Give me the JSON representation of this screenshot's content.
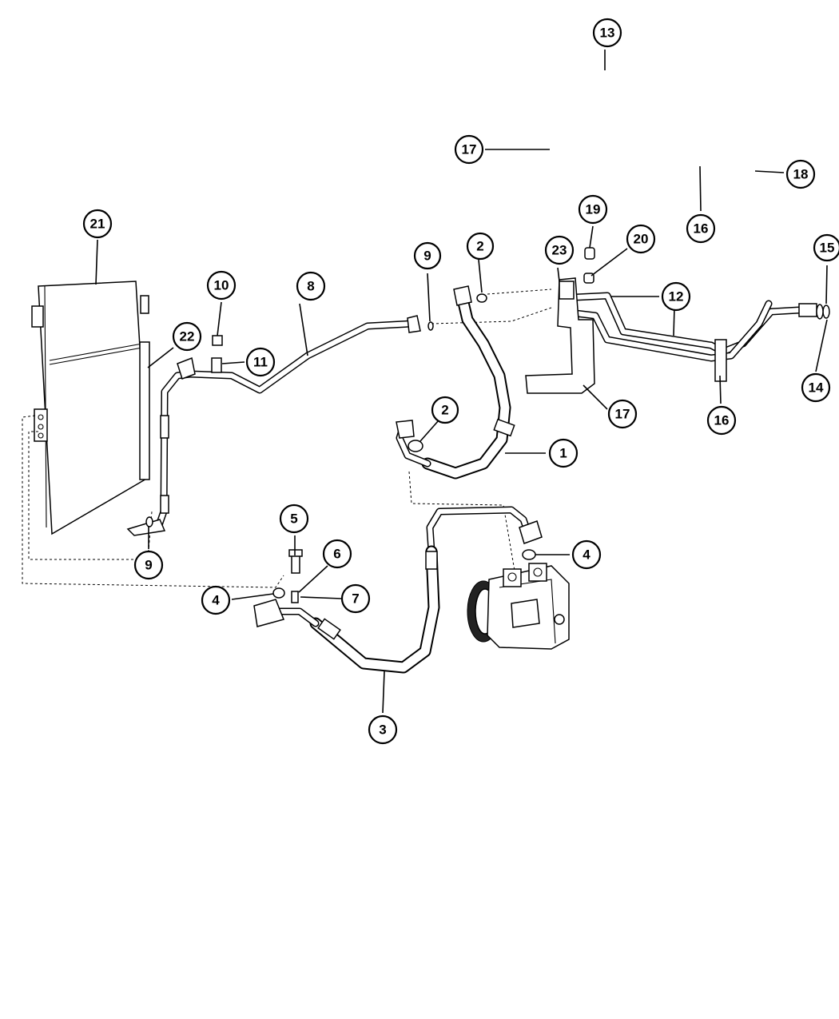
{
  "callouts": {
    "c1": "1",
    "c2a": "2",
    "c2b": "2",
    "c3": "3",
    "c4a": "4",
    "c4b": "4",
    "c5": "5",
    "c6": "6",
    "c7": "7",
    "c8": "8",
    "c9a": "9",
    "c9b": "9",
    "c10": "10",
    "c11": "11",
    "c12": "12",
    "c13": "13",
    "c14": "14",
    "c15": "15",
    "c16a": "16",
    "c16b": "16",
    "c17a": "17",
    "c17b": "17",
    "c18": "18",
    "c19": "19",
    "c20": "20",
    "c21": "21",
    "c22": "22",
    "c23": "23"
  }
}
